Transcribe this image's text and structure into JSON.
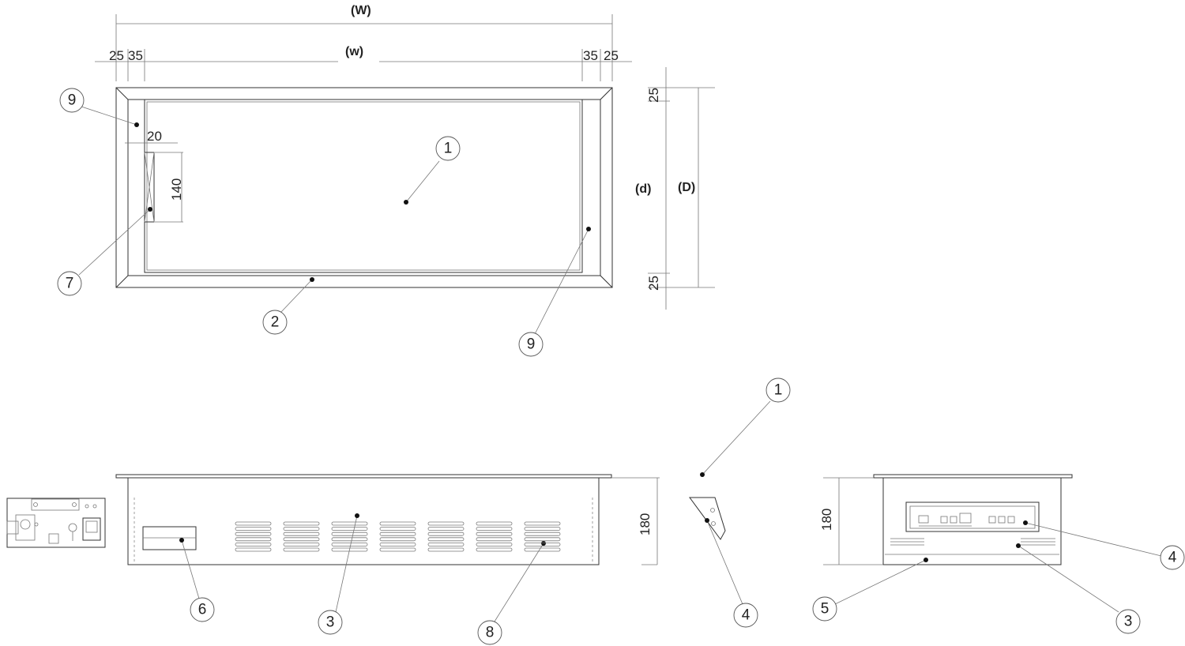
{
  "dimensions": {
    "W": "(W)",
    "w": "(w)",
    "left_25": "25",
    "left_35": "35",
    "right_35": "35",
    "right_25": "25",
    "slot_width": "20",
    "slot_length": "140",
    "d": "(d)",
    "D": "(D)",
    "top_25": "25",
    "bottom_25": "25",
    "front_height": "180",
    "side_height": "180"
  },
  "callouts": {
    "top_1": "1",
    "top_2": "2",
    "top_7": "7",
    "top_9_left": "9",
    "top_9_right": "9",
    "front_3": "3",
    "front_6": "6",
    "front_8": "8",
    "sec_1": "1",
    "sec_4": "4",
    "side_3": "3",
    "side_4": "4",
    "side_5": "5"
  }
}
